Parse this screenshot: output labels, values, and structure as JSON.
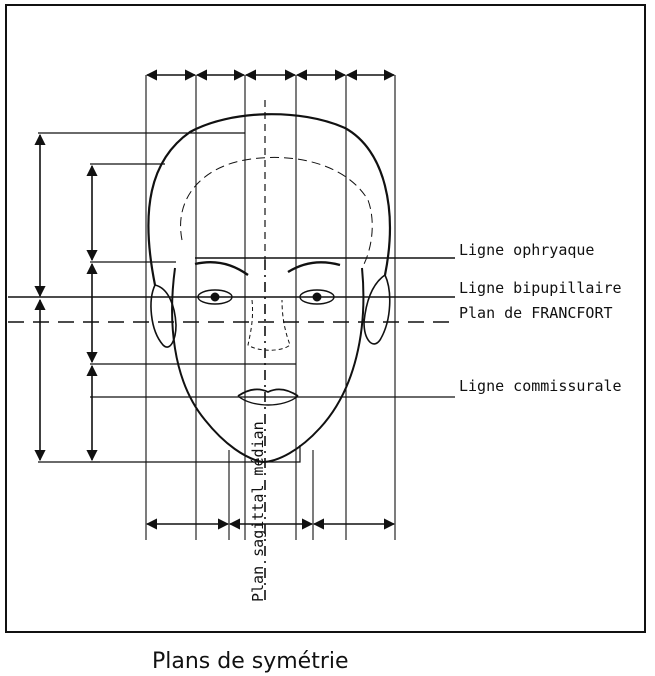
{
  "figure": {
    "labels": {
      "ophryaque": "Ligne ophryaque",
      "bipupillaire": "Ligne bipupillaire",
      "francfort": "Plan de FRANCFORT",
      "commissurale": "Ligne commissurale",
      "sagittal": "Plan sagittal médian"
    },
    "caption": "Plans de symétrie"
  }
}
